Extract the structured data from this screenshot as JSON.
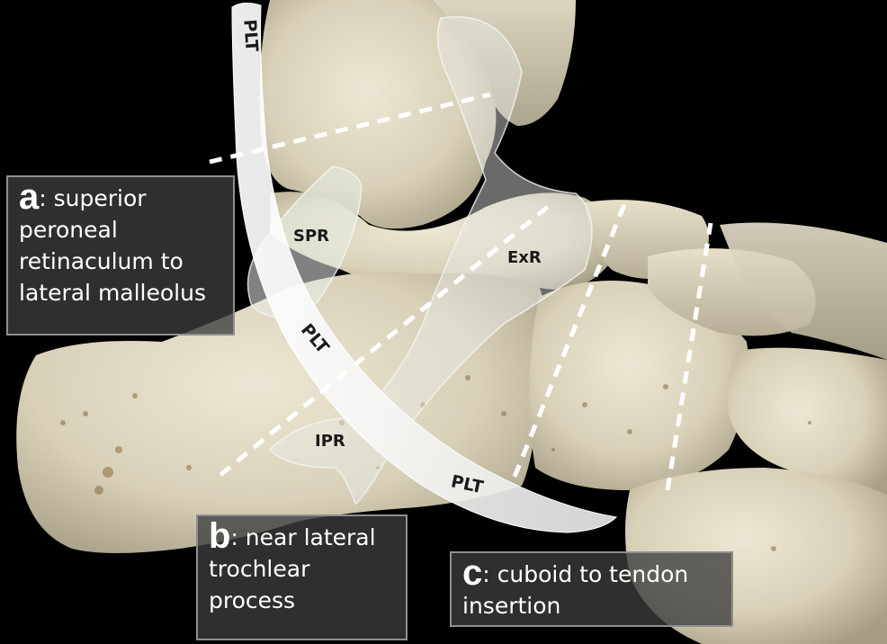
{
  "labels": {
    "plt_top": "PLT",
    "plt_middle": "PLT",
    "plt_bottom": "PLT",
    "spr": "SPR",
    "exr": "ExR",
    "ipr": "IPR"
  },
  "callouts": {
    "a": {
      "letter": "a",
      "lines": [
        ": superior",
        "peroneal",
        "retinaculum to",
        "lateral malleolus"
      ]
    },
    "b": {
      "letter": "b",
      "lines": [
        ": near lateral",
        "trochlear",
        "process"
      ]
    },
    "c": {
      "letter": "c",
      "lines": [
        ": cuboid to tendon",
        "insertion"
      ]
    }
  },
  "colors": {
    "background": "#000000",
    "bone": "#dcd6c0",
    "bone_shadow": "#a7a088",
    "tendon": "#f4f4f2",
    "retinaculum": "#e8ece8",
    "dashed_line": "#ffffff",
    "callout_bg": "#3c3c3c",
    "callout_border": "#8f8f8f",
    "label_text": "#1a1a1a"
  }
}
